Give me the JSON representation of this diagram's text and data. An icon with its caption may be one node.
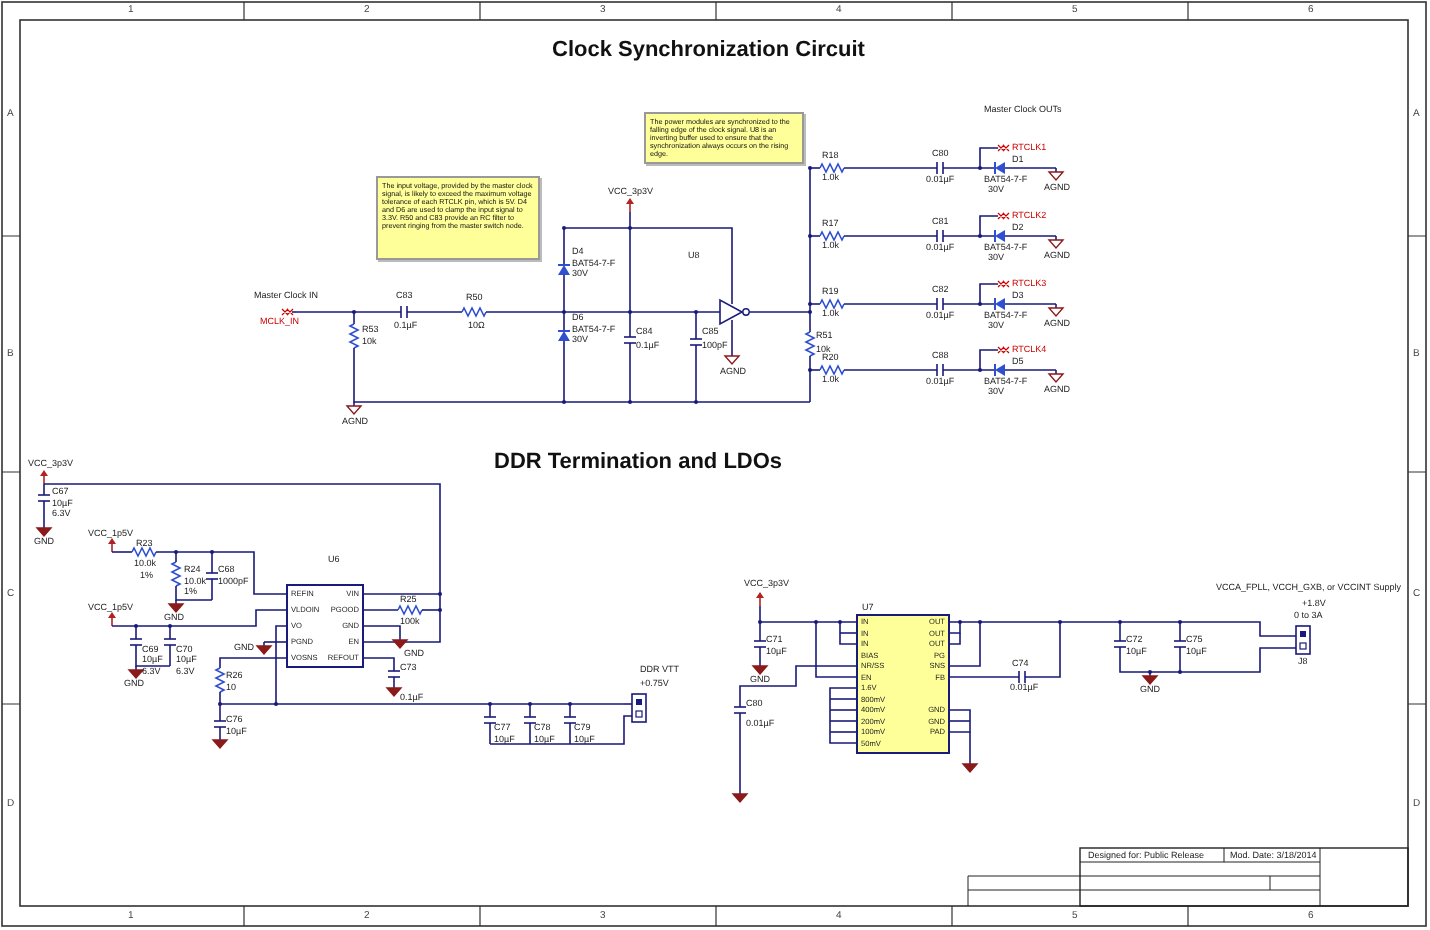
{
  "diagram": {
    "nodes": [
      {
        "text": [
          "The input voltage, provided by the master clock signal, is likely to exceed the maximum voltage tolerance of each RTCLK pin, which is 5V. D4 and D6 are used to clamp the input signal to 3.3V. R50 and C83 provide an RC filter to prevent ringing from the master switch node."
        ]
      },
      {
        "text": [
          "The power modules are synchronized to the falling edge of the clock signal. U8 is an inverting buffer used to ensure that the synchronization always occurs on the rising edge."
        ]
      },
      {
        "text": [
          "U6",
          "REFIN",
          "VLDOIN",
          "VO",
          "PGND",
          "VOSNS",
          "VIN",
          "PGOOD",
          "GND",
          "EN",
          "REFOUT"
        ]
      },
      {
        "text": [
          "U7",
          "IN",
          "IN",
          "IN",
          "BIAS",
          "NR/SS",
          "EN",
          "1.6V",
          "800mV",
          "400mV",
          "200mV",
          "100mV",
          "50mV",
          "OUT",
          "OUT",
          "OUT",
          "PG",
          "SNS",
          "FB",
          "GND",
          "GND",
          "PAD"
        ]
      }
    ],
    "labels": [
      "Clock Synchronization Circuit",
      "Master Clock OUTs",
      "Master Clock IN",
      "MCLK_IN",
      "VCC_3p3V",
      "U8",
      "C83",
      "0.1µF",
      "R50",
      "10Ω",
      "R53",
      "10k",
      "D4",
      "BAT54-7-F",
      "30V",
      "D6",
      "BAT54-7-F",
      "30V",
      "C84",
      "0.1µF",
      "C85",
      "100pF",
      "AGND",
      "AGND",
      "R51",
      "10k",
      "R18",
      "1.0k",
      "C80",
      "0.01µF",
      "D1",
      "BAT54-7-F",
      "30V",
      "RTCLK1",
      "AGND",
      "R17",
      "1.0k",
      "C81",
      "0.01µF",
      "D2",
      "BAT54-7-F",
      "30V",
      "RTCLK2",
      "AGND",
      "R19",
      "1.0k",
      "C82",
      "0.01µF",
      "D3",
      "BAT54-7-F",
      "30V",
      "RTCLK3",
      "AGND",
      "R20",
      "1.0k",
      "C88",
      "0.01µF",
      "D5",
      "BAT54-7-F",
      "30V",
      "RTCLK4",
      "AGND",
      "DDR Termination and LDOs",
      "VCC_3p3V",
      "C67",
      "10µF",
      "6.3V",
      "GND",
      "VCC_1p5V",
      "R23",
      "10.0k",
      "1%",
      "R24",
      "10.0k",
      "1%",
      "GND",
      "C68",
      "1000pF",
      "VCC_1p5V",
      "C69",
      "10µF",
      "6.3V",
      "C70",
      "10µF",
      "6.3V",
      "GND",
      "GND",
      "R25",
      "100k",
      "GND",
      "R26",
      "10",
      "C76",
      "10µF",
      "C73",
      "0.1µF",
      "DDR VTT",
      "+0.75V",
      "C77",
      "10µF",
      "C78",
      "10µF",
      "C79",
      "10µF",
      "VCC_3p3V",
      "C71",
      "10µF",
      "GND",
      "C74",
      "0.01µF",
      "C72",
      "10µF",
      "C75",
      "10µF",
      "GND",
      "VCCA_FPLL, VCCH_GXB, or VCCINT Supply",
      "+1.8V",
      "0 to 3A",
      "J8",
      "C80",
      "0.01µF",
      "Designed for: Public Release",
      "Mod. Date: 3/18/2014",
      "1",
      "2",
      "3",
      "4",
      "5",
      "6",
      "1",
      "2",
      "3",
      "4",
      "5",
      "6",
      "A",
      "B",
      "C",
      "D",
      "A",
      "B",
      "C",
      "D"
    ]
  }
}
